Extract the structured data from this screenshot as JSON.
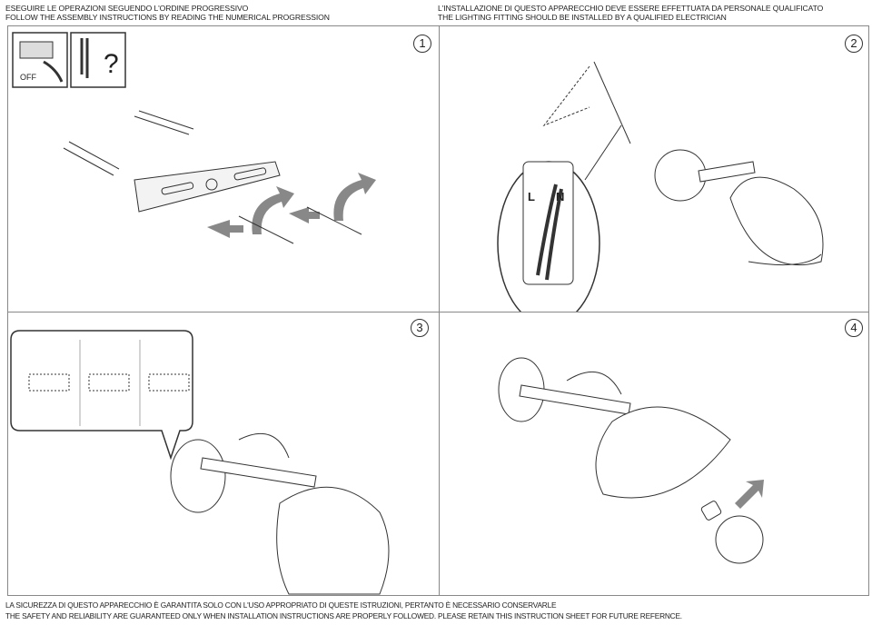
{
  "header_left": {
    "line1": "ESEGUIRE LE OPERAZIONI SEGUENDO L'ORDINE PROGRESSIVO",
    "line2": "FOLLOW THE ASSEMBLY INSTRUCTIONS BY READING THE NUMERICAL PROGRESSION"
  },
  "header_right": {
    "line1": "L'INSTALLAZIONE DI QUESTO APPARECCHIO DEVE ESSERE EFFETTUATA DA PERSONALE QUALIFICATO",
    "line2": "THE LIGHTING FITTING SHOULD BE INSTALLED BY A QUALIFIED ELECTRICIAN"
  },
  "steps": [
    {
      "number": "1",
      "switch_label": "OFF",
      "tools_label": "?"
    },
    {
      "number": "2",
      "terminal_labels": [
        "L",
        "N"
      ]
    },
    {
      "number": "3"
    },
    {
      "number": "4"
    }
  ],
  "footer": {
    "line1": "LA SICUREZZA DI QUESTO APPARECCHIO È GARANTITA SOLO CON L'USO APPROPRIATO DI QUESTE ISTRUZIONI, PERTANTO È NECESSARIO CONSERVARLE",
    "line2": "THE SAFETY AND RELIABILITY ARE GUARANTEED ONLY WHEN INSTALLATION INSTRUCTIONS ARE PROPERLY FOLLOWED. PLEASE RETAIN THIS INSTRUCTION SHEET FOR FUTURE REFERNCE."
  }
}
